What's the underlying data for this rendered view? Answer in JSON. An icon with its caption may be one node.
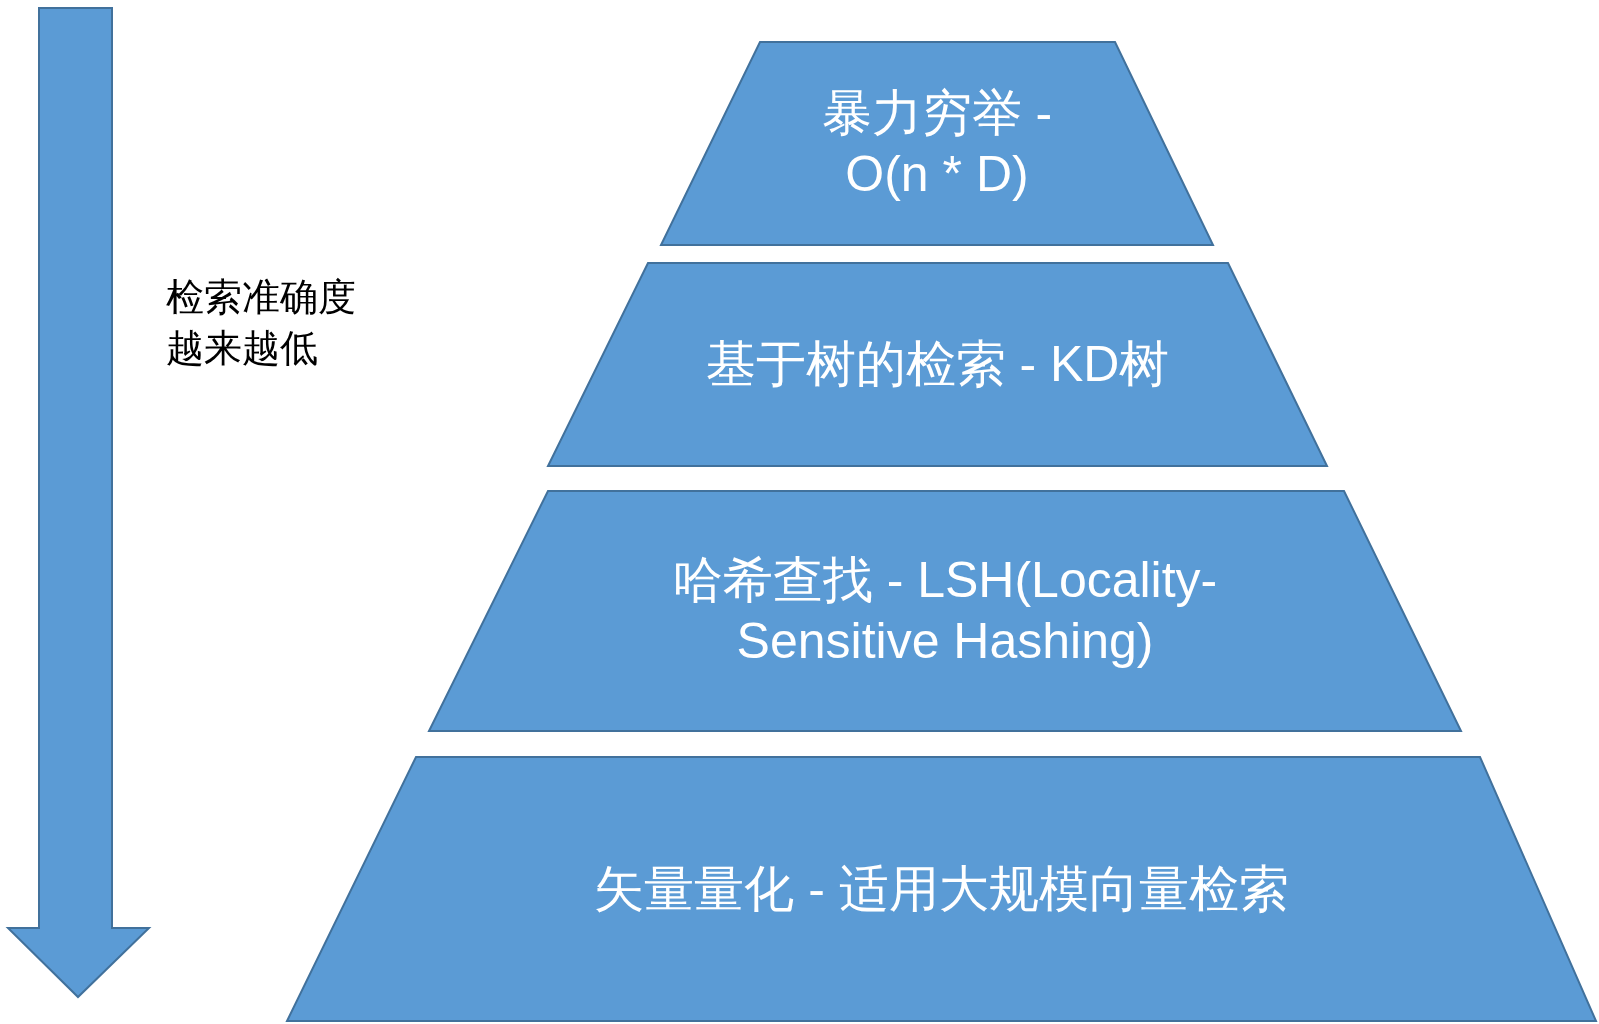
{
  "diagram": {
    "nodes": [
      {
        "text": [
          "暴力穷举 - O(n * D)"
        ]
      },
      {
        "text": [
          "基于树的检索 - KD树"
        ]
      },
      {
        "text": [
          "哈希查找 - LSH(Locality-Sensitive Hashing)"
        ]
      },
      {
        "text": [
          "矢量量化 - 适用大规模向量检索"
        ]
      }
    ],
    "edges": [],
    "labels": [
      "检索准确度越来越低"
    ]
  }
}
